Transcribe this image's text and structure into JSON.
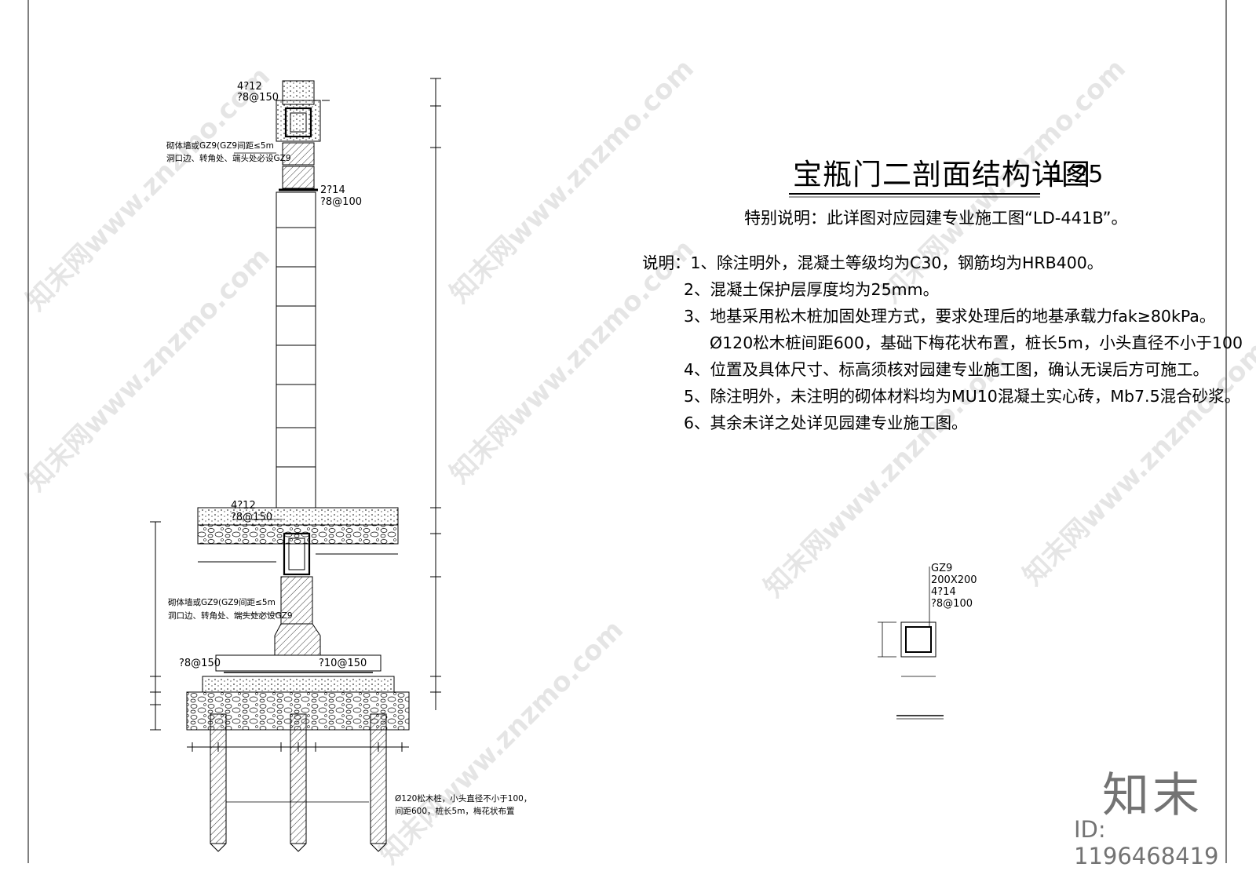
{
  "drawing": {
    "title": "宝瓶门二剖面结构详图",
    "scale": "1:25",
    "special_note": "特别说明：此详图对应园建专业施工图“LD-441B”。"
  },
  "notes": {
    "lines": [
      "说明：1、除注明外，混凝土等级均为C30，钢筋均为HRB400。",
      "2、混凝土保护层厚度均为25mm。",
      "3、地基采用松木桩加固处理方式，要求处理后的地基承载力fak≥80kPa。",
      "Ø120松木桩间距600，基础下梅花状布置，桩长5m，小头直径不小于100",
      "4、位置及具体尺寸、标高须核对园建专业施工图，确认无误后方可施工。",
      "5、除注明外，未注明的砌体材料均为MU10混凝土实心砖，Mb7.5混合砂浆。",
      "6、其余未详之处详见园建专业施工图。"
    ]
  },
  "section_labels": {
    "top_bars": "4?12",
    "top_stirrup": "?8@150",
    "gz9_note_top_1": "砌体墙或GZ9(GZ9间距≤5m",
    "gz9_note_top_2": "洞口边、转角处、端头处必设GZ9",
    "column_bars": "2?14",
    "column_stirrup": "?8@100",
    "ground_bars": "4?12",
    "ground_stirrup": "?8@150",
    "gz9_note_bot_1": "砌体墙或GZ9(GZ9间距≤5m",
    "gz9_note_bot_2": "洞口边、转角处、端头处必设GZ9",
    "footing_stirrup": "?8@150",
    "footing_bars": "?10@150",
    "pile_note_1": "Ø120松木桩，小头直径不小于100，",
    "pile_note_2": "间距600，桩长5m，梅花状布置"
  },
  "gz9_detail": {
    "name": "GZ9",
    "size": "200X200",
    "bars": "4?14",
    "stirrup": "?8@100"
  },
  "watermark": {
    "text": "知末网www.znzmo.com",
    "logo": "知末",
    "id": "ID: 1196468419"
  }
}
